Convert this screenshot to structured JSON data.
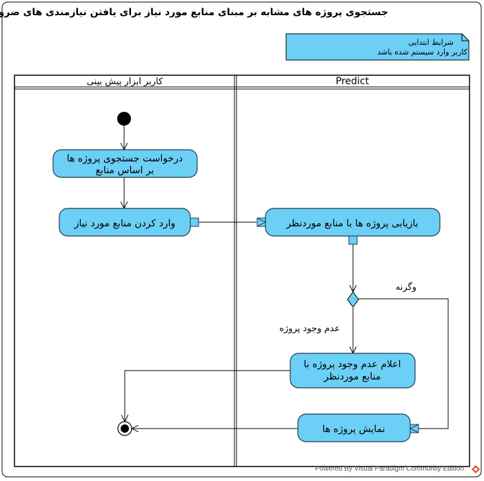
{
  "diagram": {
    "title": "جستجوی پروژه های مشابه بر مبنای منابع مورد نیاز برای یافتن نیازمندی های ضروری",
    "note": {
      "line1": "شرایط ابتدایی",
      "line2": "کاربر وارد سیستم شده باشد"
    },
    "swimlanes": {
      "left": "کاربر ابزار پیش بینی",
      "right": "Predict"
    },
    "activities": {
      "request_line1": "درخواست جستجوی پروژه ها",
      "request_line2": "بر اساس منابع",
      "enter_resources": "وارد کردن منابع مورد نیاز",
      "retrieve": "بازیابی پروژه ها با منابع موردنظر",
      "announce_line1": "اعلام عدم وجود پروژه با",
      "announce_line2": "منابع موردنظر",
      "show_projects": "نمایش پروژه ها"
    },
    "guards": {
      "else": "وگرنه",
      "no_project": "عدم وجود پروژه"
    },
    "colors": {
      "activity_fill": "#6ccff6",
      "note_fill": "#6ccff6"
    }
  },
  "footer": {
    "text": "Powered By  Visual Paradigm Community Edition"
  }
}
